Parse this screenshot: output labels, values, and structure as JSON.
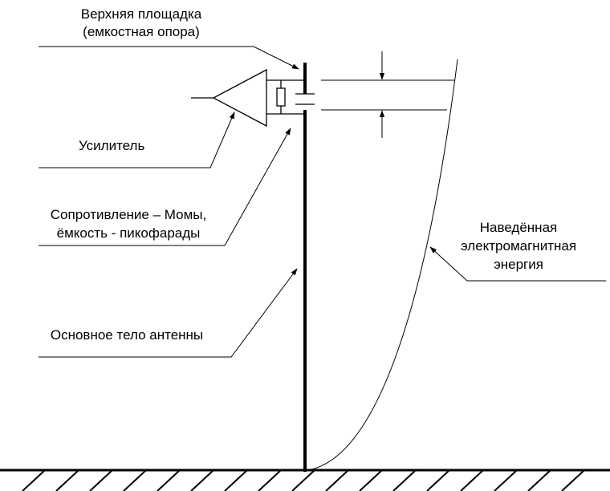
{
  "labels": {
    "top_pad_line1": "Верхняя площадка",
    "top_pad_line2": "(емкостная опора)",
    "amplifier": "Усилитель",
    "resistance_line1": "Сопротивление – Момы,",
    "resistance_line2": "ёмкость - пикофарады",
    "induced_line1": "Наведённая",
    "induced_line2": "электромагнитная",
    "induced_line3": "энергия",
    "antenna_body": "Основное тело антенны"
  },
  "colors": {
    "stroke": "#000000",
    "background": "#ffffff"
  }
}
